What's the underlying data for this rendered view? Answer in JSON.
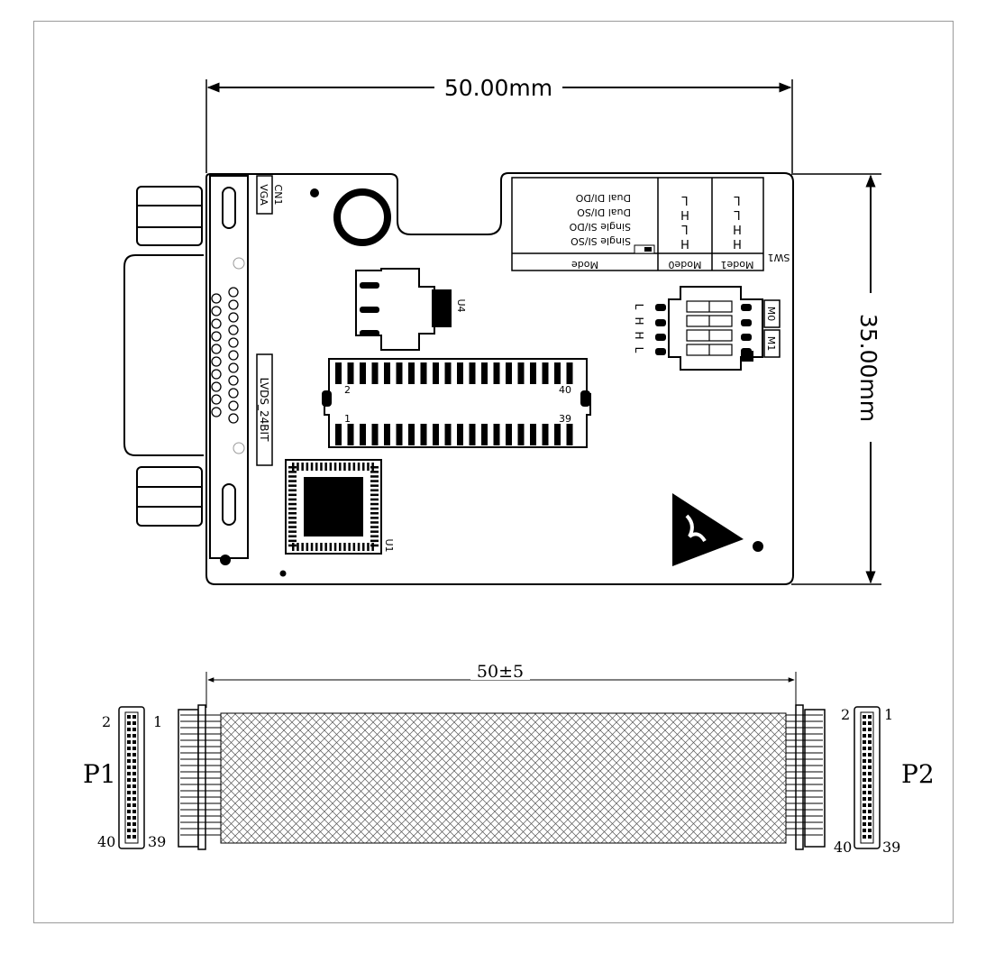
{
  "dimensions": {
    "width_label": "50.00mm",
    "height_label": "35.00mm",
    "cable_length_label": "50±5"
  },
  "board": {
    "designators": {
      "cn1": "CN1",
      "vga": "VGA",
      "u4": "U4",
      "u1": "U1",
      "sw1": "SW1",
      "lvds": "LVDS_24BIT"
    },
    "connector_pins": {
      "top_left": "2",
      "top_right": "40",
      "bottom_left": "1",
      "bottom_right": "39"
    },
    "mode_table": {
      "headers": [
        "Mode",
        "Mode0",
        "Mode1"
      ],
      "rows": [
        {
          "mode": "Single SI/SO",
          "mode0": "H",
          "mode1": "H"
        },
        {
          "mode": "Single SI/DO",
          "mode0": "L",
          "mode1": "H"
        },
        {
          "mode": "Dual DI/SO",
          "mode0": "H",
          "mode1": "L"
        },
        {
          "mode": "Dual DI/DO",
          "mode0": "L",
          "mode1": "L"
        }
      ]
    },
    "switch": {
      "m0": "M0",
      "m1": "M1",
      "levels": [
        "L",
        "H",
        "H",
        "L"
      ]
    }
  },
  "cable": {
    "p1": {
      "label": "P1",
      "pin_tl": "2",
      "pin_tr": "1",
      "pin_bl": "40",
      "pin_br": "39"
    },
    "p2": {
      "label": "P2",
      "pin_tl": "2",
      "pin_tr": "1",
      "pin_bl": "40",
      "pin_br": "39"
    }
  }
}
